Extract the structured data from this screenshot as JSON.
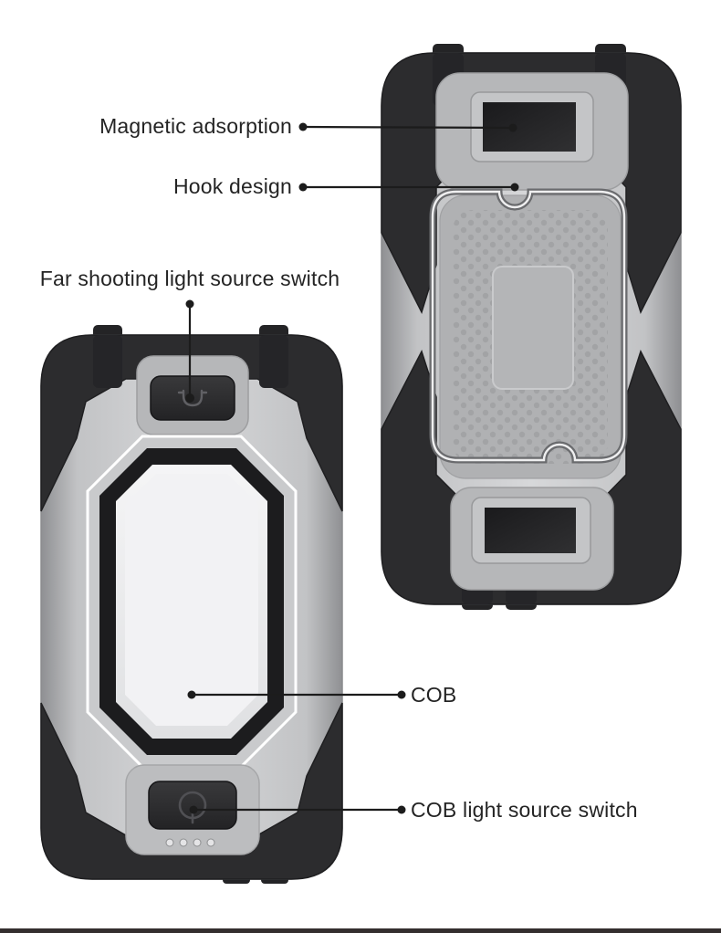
{
  "labels": {
    "magnetic_adsorption": "Magnetic adsorption",
    "hook_design": "Hook design",
    "far_switch": "Far shooting light source switch",
    "cob": "COB",
    "cob_switch": "COB light source switch"
  },
  "icons": {
    "far_light_switch": "beam-cup-icon",
    "cob_power_switch": "power-icon",
    "hook": "hook-wire-icon",
    "magnet_top": "magnet-block",
    "magnet_bottom": "magnet-block",
    "battery_indicator": "indicator-dots"
  },
  "colors": {
    "label_text": "#242424",
    "leader_line": "#1c1c1c",
    "bumper_black": "#2c2c2e",
    "body_silver": "#c6c7c9",
    "recess_gray": "#b6b7b9",
    "magnet_black": "#202022",
    "cob_panel": "#f0f0f2",
    "footer_bar": "#342e2e"
  }
}
